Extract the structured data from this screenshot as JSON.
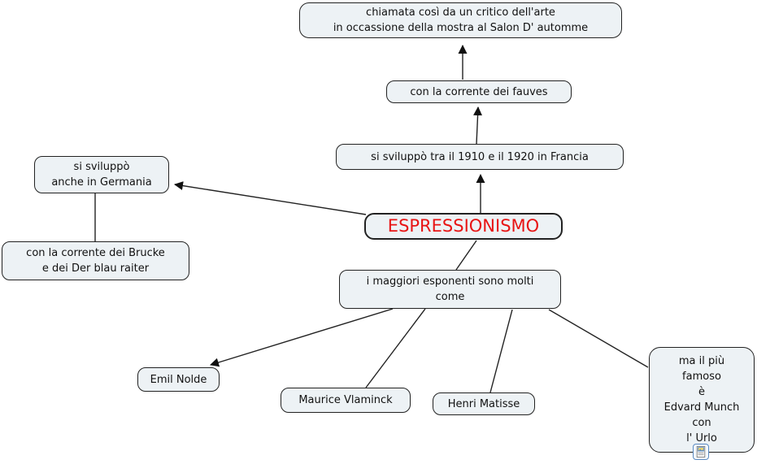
{
  "diagram": {
    "type": "concept-map",
    "topic": "ESPRESSIONISMO",
    "colors": {
      "background": "#ffffff",
      "node_fill": "#edf2f5",
      "node_border": "#222222",
      "connector": "#222222",
      "topic_text": "#e81414",
      "node_text": "#111111",
      "resource_icon_border": "#5a8ac2"
    },
    "nodes": {
      "salon_note": {
        "label": "chiamata così da un critico dell'arte\nin occassione della mostra al Salon D' automme"
      },
      "fauves": {
        "label": "con la corrente dei fauves"
      },
      "francia": {
        "label": "si sviluppò tra il 1910 e il 1920 in Francia"
      },
      "espressionismo": {
        "label": "ESPRESSIONISMO"
      },
      "germania": {
        "label": "si sviluppò\nanche in Germania"
      },
      "brucke": {
        "label": "con la corrente dei Brucke\ne dei Der blau raiter"
      },
      "esponenti": {
        "label": "i maggiori esponenti sono molti\ncome"
      },
      "emil": {
        "label": "Emil Nolde"
      },
      "maurice": {
        "label": "Maurice Vlaminck"
      },
      "henri": {
        "label": "Henri Matisse"
      },
      "munch": {
        "label": "ma il più\nfamoso\nè\nEdvard Munch\ncon\nl' Urlo"
      }
    },
    "edges": [
      {
        "from": "fauves",
        "to": "salon_note",
        "arrow": true
      },
      {
        "from": "francia",
        "to": "fauves",
        "arrow": true
      },
      {
        "from": "espressionismo",
        "to": "francia",
        "arrow": true
      },
      {
        "from": "espressionismo",
        "to": "germania",
        "arrow": true
      },
      {
        "from": "germania",
        "to": "brucke",
        "arrow": false
      },
      {
        "from": "espressionismo",
        "to": "esponenti",
        "arrow": false
      },
      {
        "from": "esponenti",
        "to": "emil",
        "arrow": true
      },
      {
        "from": "esponenti",
        "to": "maurice",
        "arrow": false
      },
      {
        "from": "esponenti",
        "to": "henri",
        "arrow": false
      },
      {
        "from": "esponenti",
        "to": "munch",
        "arrow": false
      }
    ],
    "icons": {
      "resource": "image-resource-icon"
    }
  }
}
